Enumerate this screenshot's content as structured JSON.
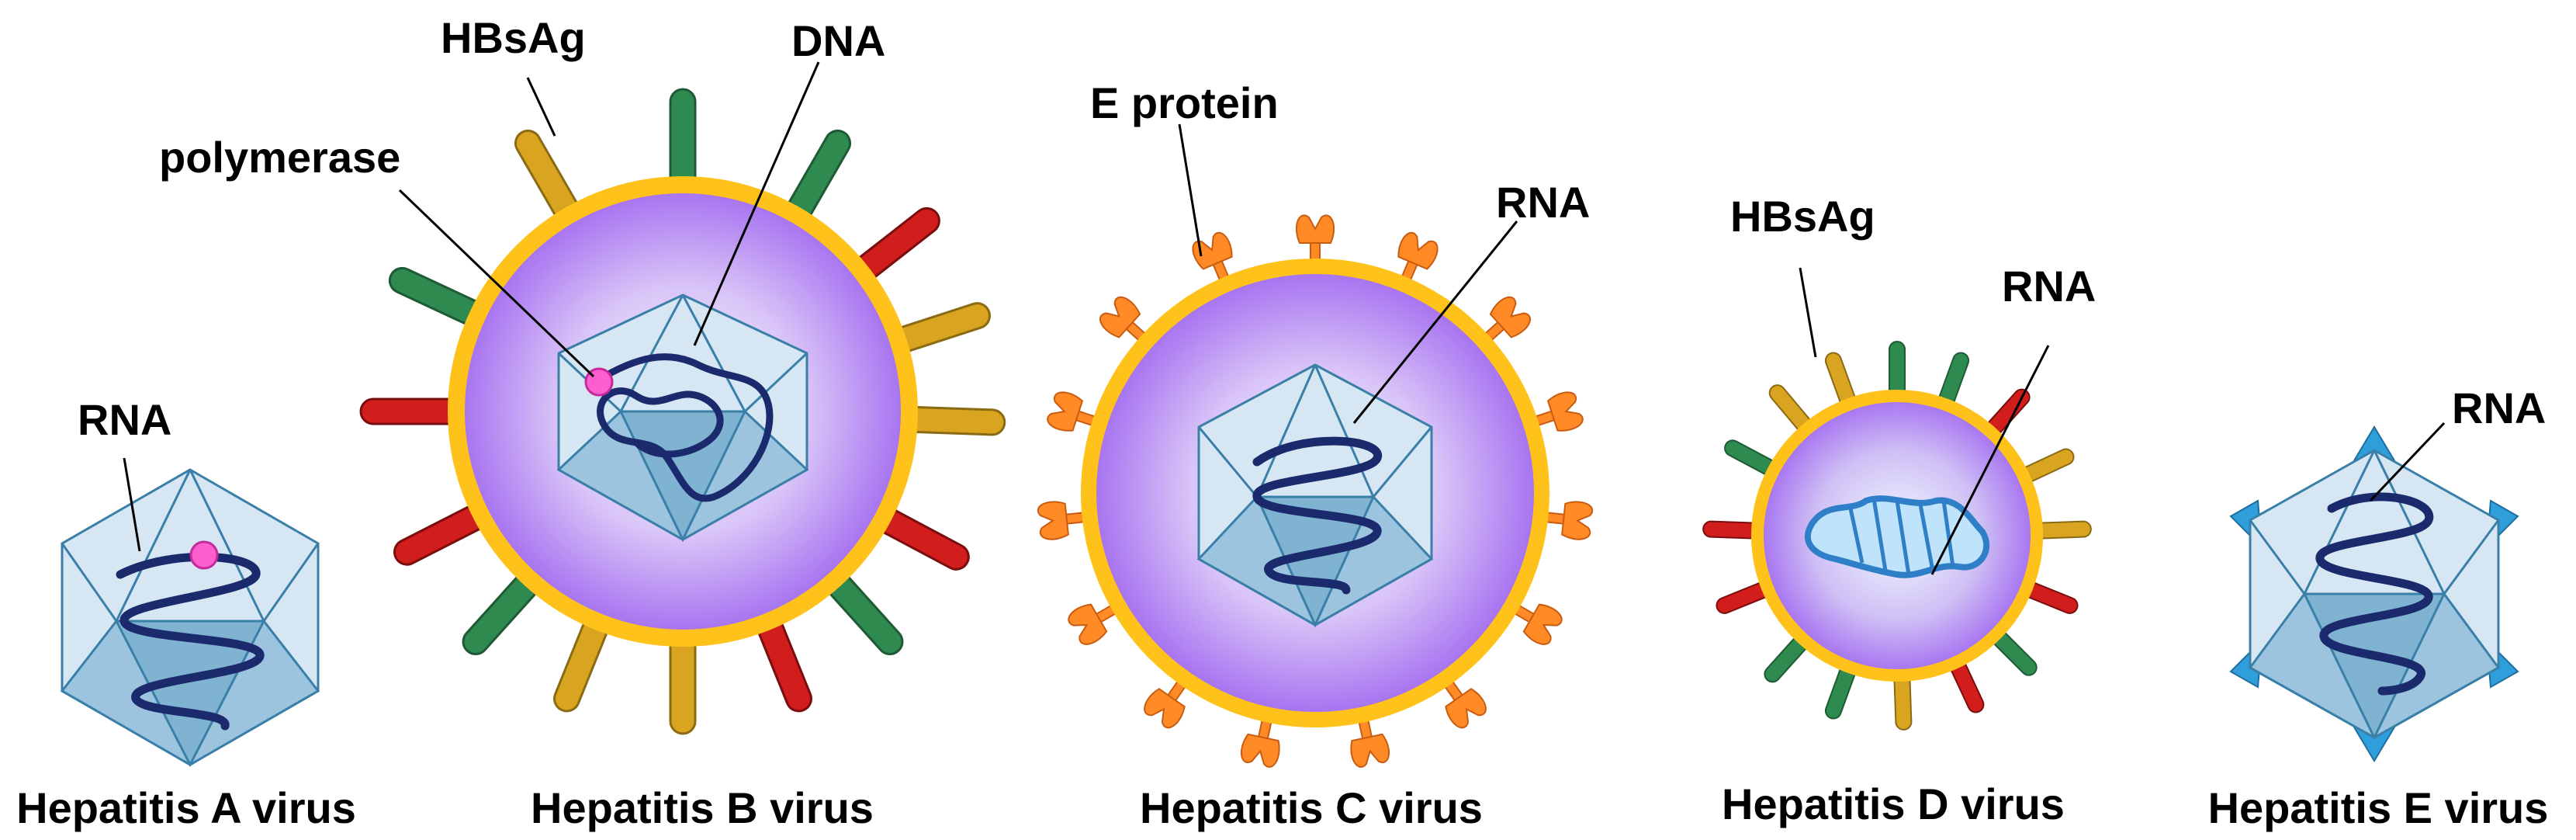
{
  "viruses": [
    {
      "caption": "Hepatitis A virus",
      "labels": {
        "genome": "RNA"
      }
    },
    {
      "caption": "Hepatitis B virus",
      "labels": {
        "surface": "HBsAg",
        "genome": "DNA",
        "enzyme": "polymerase"
      }
    },
    {
      "caption": "Hepatitis C virus",
      "labels": {
        "surface": "E protein",
        "genome": "RNA"
      }
    },
    {
      "caption": "Hepatitis D virus",
      "labels": {
        "surface": "HBsAg",
        "genome": "RNA"
      }
    },
    {
      "caption": "Hepatitis E virus",
      "labels": {
        "genome": "RNA"
      }
    }
  ],
  "colors": {
    "capsid_light": "#d6e7f3",
    "capsid_dark": "#7fb3d1",
    "capsid_stroke": "#3a7fa8",
    "genome": "#1a2a6c",
    "envelope_ring": "#ffc21a",
    "envelope_fill": "#a46ef0",
    "spike_gold": "#d9a520",
    "spike_green": "#2e8a4e",
    "spike_red": "#d21d1d",
    "e_protein": "#ff8a26",
    "polymerase": "#ff5ecf",
    "hev_spikes": "#2f9fdc"
  }
}
